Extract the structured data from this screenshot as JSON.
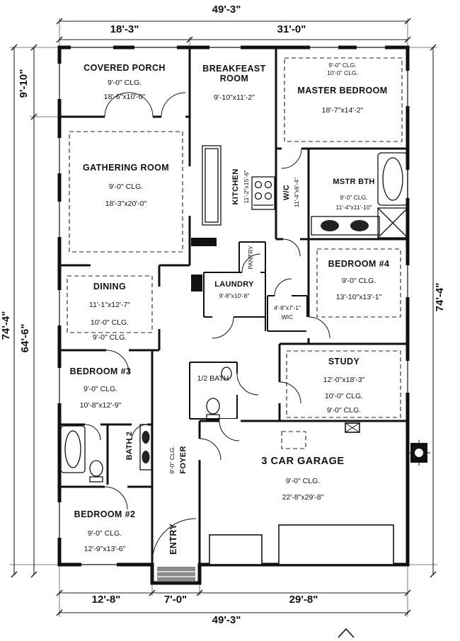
{
  "dimensions": {
    "top_overall": "49'-3\"",
    "top_left": "18'-3\"",
    "top_right": "31'-0\"",
    "left_top": "9'-10\"",
    "left_overall": "74'-4\"",
    "left_lower": "64'-6\"",
    "right_overall": "74'-4\"",
    "bottom_left": "12'-8\"",
    "bottom_entry": "7'-0\"",
    "bottom_right": "29'-8\"",
    "bottom_overall": "49'-3\""
  },
  "rooms": {
    "covered_porch": {
      "name": "COVERED PORCH",
      "ceiling": "9'-0\" CLG.",
      "size": "18'-6\"x10'-0\""
    },
    "breakfast_room": {
      "name_line1": "BREAKFEAST",
      "name_line2": "ROOM",
      "size": "9'-10\"x11'-2\""
    },
    "master_bedroom": {
      "ceiling_a": "9'-0\" CLG.",
      "ceiling_b": "10'-0\" CLG.",
      "name": "MASTER BEDROOM",
      "size": "18'-7\"x14'-2\""
    },
    "gathering_room": {
      "name": "GATHERING ROOM",
      "ceiling": "9'-0\" CLG.",
      "size": "18'-3\"x20'-0\""
    },
    "kitchen": {
      "name": "KITCHEN",
      "size": "11'-2\"x15'-6\""
    },
    "master_closet": {
      "name": "W/C",
      "size": "11'-4\"x6'-4\""
    },
    "master_bath": {
      "name": "MSTR BTH",
      "ceiling": "9'-0\" CLG.",
      "size": "11'-4\"x11'-10\""
    },
    "bedroom_4": {
      "name": "BEDROOM #4",
      "ceiling": "9'-0\" CLG.",
      "size": "13'-10\"x13'-1\""
    },
    "dining": {
      "name": "DINING",
      "size": "11'-1\"x12'-7\"",
      "ceiling_a": "10'-0\" CLG.",
      "ceiling_b": "9'-0\" CLG."
    },
    "laundry": {
      "name": "LAUNDRY",
      "size": "9'-8\"x10'-8\""
    },
    "pantry": {
      "name": "PANTRY"
    },
    "wic": {
      "size": "4'-8\"x7'-1\"",
      "name": "WIC"
    },
    "study": {
      "name": "STUDY",
      "size": "12'-0\"x18'-3\"",
      "ceiling_a": "10'-0\" CLG.",
      "ceiling_b": "9'-0\" CLG."
    },
    "bedroom_3": {
      "name": "BEDROOM #3",
      "ceiling": "9'-0\" CLG.",
      "size": "10'-8\"x12'-9\""
    },
    "half_bath": {
      "name": "1/2 BATH"
    },
    "bath_2": {
      "name": "BATH 2"
    },
    "foyer": {
      "name": "FOYER",
      "ceiling": "9'-0\" CLG."
    },
    "garage": {
      "name": "3 CAR GARAGE",
      "ceiling": "9'-0\" CLG.",
      "size": "22'-8\"x29'-8\""
    },
    "bedroom_2": {
      "name": "BEDROOM #2",
      "ceiling": "9'-0\" CLG.",
      "size": "12'-9\"x13'-6\""
    },
    "entry": {
      "name": "ENTRY"
    }
  }
}
